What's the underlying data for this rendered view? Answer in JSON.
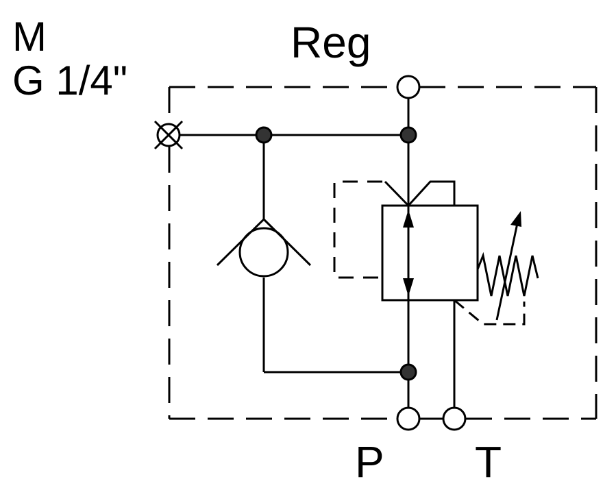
{
  "labels": {
    "gauge_port": "M",
    "gauge_thread": "G 1/4\"",
    "regulated_port": "Reg",
    "pressure_port": "P",
    "tank_port": "T"
  },
  "colors": {
    "line": "#000000",
    "background": "#ffffff"
  }
}
